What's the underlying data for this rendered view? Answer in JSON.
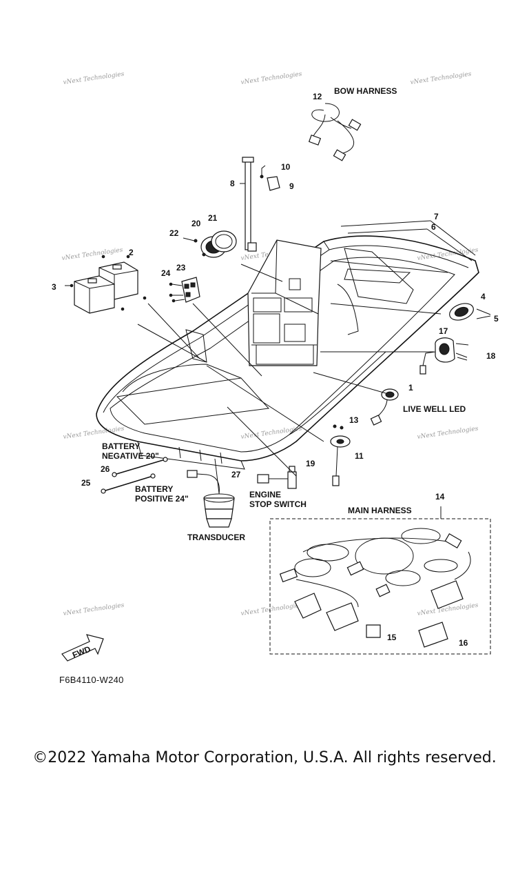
{
  "labels": {
    "bow_harness": "BOW HARNESS",
    "live_well_led": "LIVE WELL LED",
    "battery_negative": "BATTERY",
    "battery_negative_2": "NEGATIVE 20\"",
    "battery_positive": "BATTERY",
    "battery_positive_2": "POSITIVE 24\"",
    "engine_stop": "ENGINE",
    "engine_stop_2": "STOP SWITCH",
    "main_harness": "MAIN HARNESS",
    "transducer": "TRANSDUCER",
    "fwd": "FWD"
  },
  "callouts": [
    "1",
    "2",
    "3",
    "4",
    "5",
    "6",
    "7",
    "8",
    "9",
    "10",
    "11",
    "12",
    "13",
    "14",
    "15",
    "16",
    "17",
    "18",
    "19",
    "20",
    "21",
    "22",
    "23",
    "24",
    "25",
    "26",
    "27"
  ],
  "watermark": "vNext Technologies",
  "diagram_code": "F6B4110-W240",
  "copyright": "©2022 Yamaha Motor Corporation, U.S.A. All rights reserved."
}
